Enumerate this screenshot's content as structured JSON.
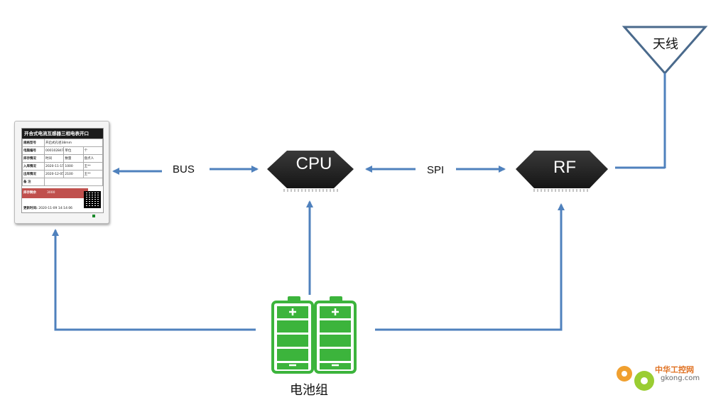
{
  "diagram": {
    "labels": {
      "bus": "BUS",
      "spi": "SPI",
      "cpu": "CPU",
      "rf": "RF",
      "antenna": "天线",
      "battery": "电池组"
    },
    "device": {
      "title": "开合式电流互感器三相电表开口",
      "rows": [
        [
          "规格型号",
          "开启式孔径38mm",
          "",
          ""
        ],
        [
          "电脑编号",
          "0001028479",
          "单位",
          "个"
        ],
        [
          "库存情况",
          "时间",
          "数量",
          "盘点人"
        ],
        [
          "入库情况",
          "2020-11-15",
          "1000",
          "王**"
        ],
        [
          "出库情况",
          "2020-12-05",
          "2100",
          "王**"
        ],
        [
          "备 注",
          "",
          "",
          ""
        ]
      ],
      "stock_key": "库存剩余",
      "stock_value": "3000",
      "update_key": "更新时间:",
      "update_value": "2020-11-09 14:14:06"
    },
    "watermark": {
      "name": "中华工控网",
      "domain": "gkong.com"
    },
    "colors": {
      "arrow": "#4f81bd",
      "chip": "#1e1e1e",
      "battery": "#3cb43c",
      "stock_highlight": "#c0504d"
    }
  }
}
